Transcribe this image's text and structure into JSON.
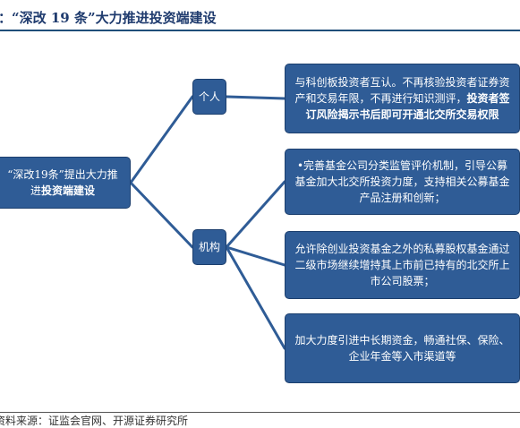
{
  "title": "：“深改 19 条”大力推进投资端建设",
  "diagram": {
    "root": {
      "text_plain": "“深改19条”提出大力推进",
      "text_bold": "投资端建设"
    },
    "branch_individual": {
      "label": "个人",
      "detail_plain": "与科创板投资者互认。不再核验投资者证券资产和交易年限，不再进行知识测评，",
      "detail_bold": "投资者签订风险揭示书后即可开通北交所交易权限"
    },
    "branch_institution": {
      "label": "机构",
      "details": [
        "•完善基金公司分类监管评价机制，引导公募基金加大北交所投资力度，支持相关公募基金产品注册和创新；",
        "允许除创业投资基金之外的私募股权基金通过二级市场继续增持其上市前已持有的北交所上市公司股票；",
        "加大力度引进中长期资金，畅通社保、保险、企业年金等入市渠道等"
      ]
    }
  },
  "source": "资料来源：证监会官网、开源证券研究所",
  "colors": {
    "box_fill": "#2f5c96",
    "box_border": "#1c3f6e",
    "connector": "#2f5c96",
    "title": "#1f3b6e"
  }
}
